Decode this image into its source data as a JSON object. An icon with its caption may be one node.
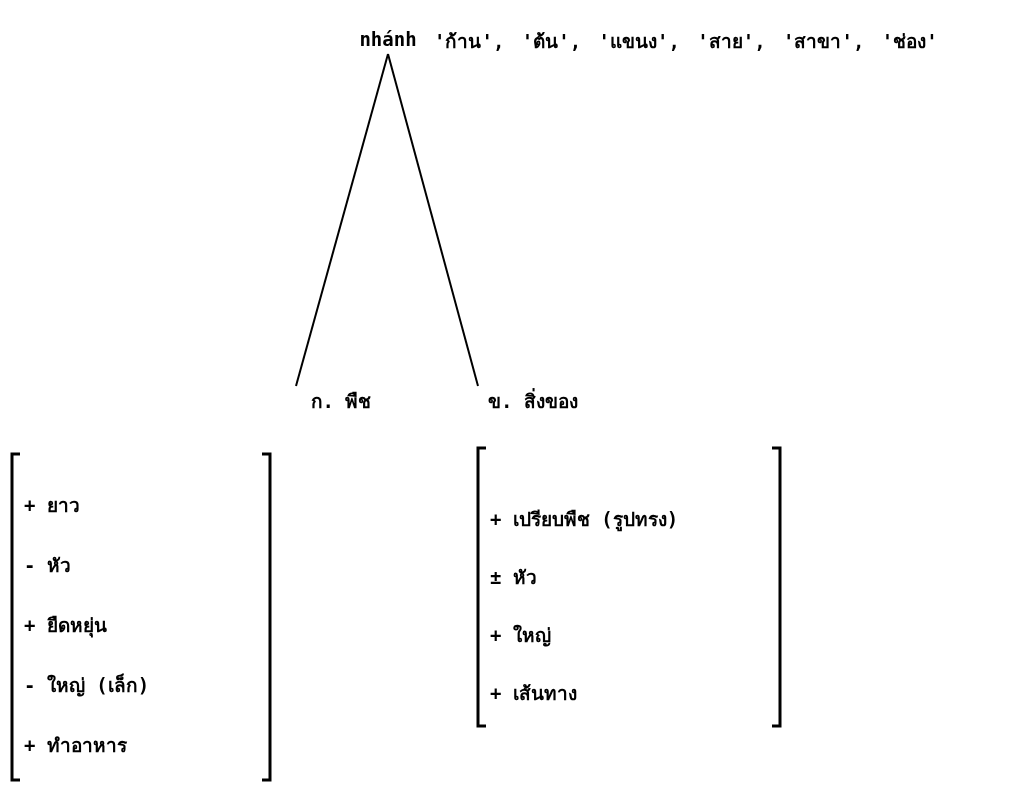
{
  "diagram": {
    "nodes": [
      {
        "text": [
          "nhánh"
        ],
        "beside": [
          "'ก้าน', 'ต้น', 'แขนง', 'สาย', 'สาขา', 'ช่อง'"
        ]
      },
      {
        "text": [
          "ก. พืช"
        ]
      },
      {
        "text": [
          "ข. สิ่งของ"
        ]
      },
      {
        "text": [
          "+ ยาว",
          "- หัว",
          "+ ยืดหยุ่น",
          "- ใหญ่ (เล็ก)",
          "+ ทำอาหาร"
        ]
      },
      {
        "text": [
          "+ เปรียบพืช (รูปทรง)",
          "± หัว",
          "+ ใหญ่",
          "+ เส้นทาง"
        ]
      }
    ],
    "edges": [
      {
        "from": 0,
        "to": 1,
        "arrow": "none"
      },
      {
        "from": 0,
        "to": 2,
        "arrow": "none"
      }
    ]
  }
}
